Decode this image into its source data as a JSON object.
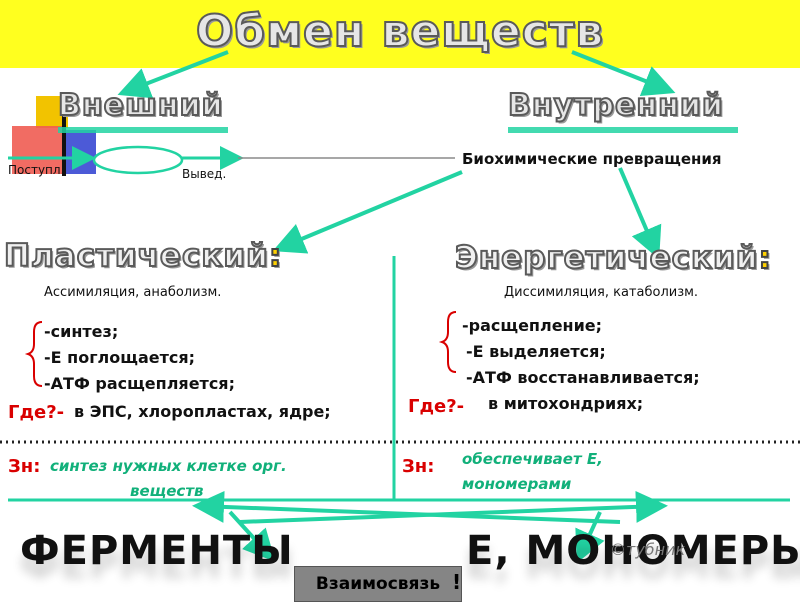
{
  "title": "Обмен веществ",
  "external": {
    "title": "Внешний",
    "intake_label": "Поступл.",
    "output_label": "Вывед."
  },
  "internal": {
    "title": "Внутренний",
    "subtitle": "Биохимические превращения"
  },
  "plastic": {
    "title": "Пластический",
    "colon": ":",
    "subtitle": "Ассимиляция, анаболизм.",
    "items": [
      "-синтез;",
      "-Е поглощается;",
      "-АТФ расщепляется;"
    ],
    "where_label": "Где?-",
    "where_value": "в ЭПС, хлоропластах, ядре;",
    "meaning_label": "Зн:",
    "meaning_line1": "синтез нужных клетке орг.",
    "meaning_line2": "веществ"
  },
  "energetic": {
    "title": "Энергетический",
    "colon": ":",
    "subtitle": "Диссимиляция, катаболизм.",
    "items": [
      "-расщепление;",
      "-Е выделяется;",
      "-АТФ восстанавливается;"
    ],
    "where_label": "Где?-",
    "where_value": "в митохондриях;",
    "meaning_label": "Зн:",
    "meaning_line1": "обеспечивает Е,",
    "meaning_line2": "мономерами"
  },
  "bottom": {
    "left": "ФЕРМЕНТЫ",
    "right": "Е, МОНОМЕРЫ",
    "link_label": "Взаимосвязь",
    "link_excl": "!",
    "watermark": "©тубник"
  },
  "colors": {
    "banner": "#ffff1f",
    "arrow": "#22d3a2",
    "accent_red": "#d90000",
    "accent_green": "#11b07a"
  }
}
